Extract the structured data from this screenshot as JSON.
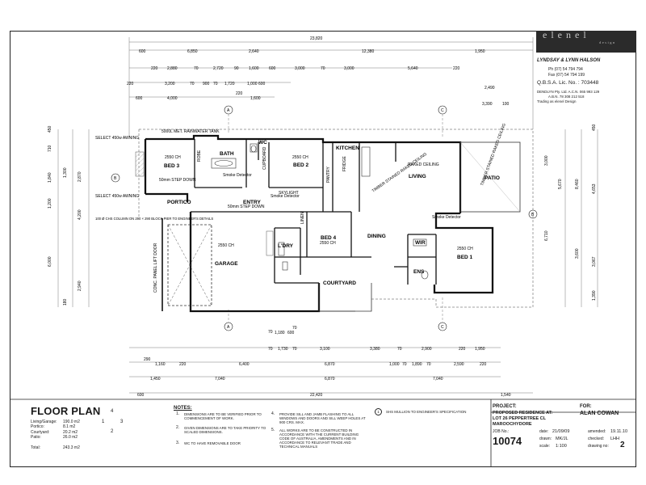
{
  "header": {
    "logo_text": "elenel",
    "logo_sub": "design",
    "client": "LYNDSAY & LYNN HALSON",
    "phone": "Ph   (07) 54 794 794",
    "fax": "Fax  (07) 54 794 199",
    "qbsa": "Q.B.S.A. Lic. No. :  703448",
    "company_line1": "DENDLYN Pty. Ltd. A.C.N. 065 993 129",
    "company_line2": "A.B.N. 78 308 212 518",
    "company_line3": "Trading as elenel Design"
  },
  "rooms": {
    "bed3": "BED 3",
    "bath": "BATH",
    "wc": "WC",
    "bed2": "BED 2",
    "kitchen": "KITCHEN",
    "living": "LIVING",
    "patio": "PATIO",
    "portico": "PORTICO",
    "entry": "ENTRY",
    "bed4": "BED 4",
    "dining": "DINING",
    "ldry": "L'DRY",
    "wir": "WIR",
    "ens": "ENS",
    "bed1": "BED 1",
    "garage": "GARAGE",
    "courtyard": "COURTYARD"
  },
  "ceilings": {
    "c2550": "2550 CH",
    "water_tank": "5000L MET. RAINWATER TANK",
    "raked_ceiling": "RAKED CEILING",
    "timber_ceiling": "TIMBER STAINED RAKED CEILING",
    "smoke": "Smoke Detector",
    "step": "50mm STEP DOWN",
    "skylight": "SKYLIGHT",
    "robe": "ROBE",
    "linen": "LINEN",
    "pantry": "PANTRY",
    "fridge": "FRIDGE",
    "cupboard": "CUPBOARD",
    "select_note": "SELECT 450w AWNING",
    "column_note": "100 Ø CHS COLUMN ON 290 × 290 BLOCK PIER TO ENGINEER'S DETAILS",
    "panel_door": "CONC. PANEL LIFT DOOR"
  },
  "markers": {
    "a": "A",
    "b": "B",
    "c": "C"
  },
  "dimensions": {
    "top_total": "23,820",
    "top_row1": [
      "600",
      "6,850",
      "2,640",
      "12,380",
      "1,950"
    ],
    "top_row2": [
      "220",
      "2,880",
      "70",
      "2,720",
      "90",
      "1,600",
      "600",
      "3,000",
      "70",
      "3,000",
      "5,640",
      "220"
    ],
    "top_row3": [
      "220",
      "3,200",
      "70",
      "900",
      "70",
      "1,720",
      "1,000",
      "600"
    ],
    "top_row4": [
      "600",
      "4,000",
      "220",
      "1,600"
    ],
    "right_small": [
      "2,490",
      "3,390",
      "100"
    ],
    "bot_row1": [
      "70",
      "1,180",
      "600",
      "70"
    ],
    "bot_row2": [
      "70",
      "1,730",
      "70",
      "3,100",
      "3,380",
      "70",
      "2,900",
      "220",
      "1,950"
    ],
    "bot_row3": [
      "290",
      "1,160",
      "220",
      "6,400",
      "6,870",
      "1,000",
      "70",
      "1,890",
      "70",
      "2,590",
      "220"
    ],
    "bot_row4": [
      "1,450",
      "7,040",
      "6,870",
      "7,040"
    ],
    "bot_total": [
      "600",
      "22,420",
      "1,540"
    ],
    "left": [
      "450",
      "710",
      "1,840",
      "1,300",
      "2,870",
      "1,200",
      "4,200",
      "6,000",
      "2,940",
      "180"
    ],
    "right": [
      "450",
      "3,000",
      "5,670",
      "4,653",
      "8,460",
      "6,710",
      "3,600",
      "3,067",
      "1,390"
    ]
  },
  "title_block": {
    "title": "FLOOR PLAN",
    "areas": [
      {
        "label": "Living/Garage:",
        "value": "190.0 m2"
      },
      {
        "label": "Portico:",
        "value": "8.1 m2"
      },
      {
        "label": "Courtyard:",
        "value": "20.2 m2"
      },
      {
        "label": "Patio:",
        "value": "26.0 m2"
      }
    ],
    "total_label": "Total:",
    "total_value": "243.3 m2",
    "side_nums": [
      "4",
      "1",
      "3",
      "2"
    ],
    "notes_title": "NOTES:",
    "notes": [
      {
        "n": "1.",
        "text": "DIMENSIONS ARE TO BE VERIFIED PRIOR TO COMMENCEMENT OF WORK."
      },
      {
        "n": "2.",
        "text": "GIVEN DIMENSIONS ARE TO TAKE PRIORITY TO SCALED DIMENSIONS."
      },
      {
        "n": "3.",
        "text": "WC TO HAVE REMOVABLE DOOR"
      },
      {
        "n": "4.",
        "text": "PROVIDE SILL AND JAMB FLASHING TO ALL WINDOWS AND DOORS AND SILL WEEP HOLES AT 900 CRS. MAX."
      },
      {
        "n": "5.",
        "text": "ALL WORKS ARE TO BE CONSTRUCTED IN ACCORDANCE WITH THE CURRENT BUILDING CODE OF AUSTRALIA, AMENDMENTS AND IN ACCORDANCE TO RELEVANT TRADE AND TECHNICAL MANUALS"
      }
    ],
    "eng_num": "1",
    "eng_note": "SHS MULLION TO ENGINEER'S SPECIFICATION",
    "project_label": "PROJECT:",
    "project_line1": "PROPOSED RESIDENCE AT:",
    "project_line2": "LOT 26 PEPPERTREE CL",
    "project_line3": "MAROOCHYDORE",
    "for_label": "FOR:",
    "for_value": "ALAN COWAN",
    "job_label": "JOB No.:",
    "job_value": "10074",
    "date_label": "date:",
    "date_value": "21/09/09",
    "amended_label": "amended:",
    "amended_value": "19.11.10",
    "drawn_label": "drawn:",
    "drawn_value": "MK/JL",
    "checked_label": "checked:",
    "checked_value": "LHH",
    "scale_label": "scale:",
    "scale_value": "1:100",
    "drawing_label": "drawing no:",
    "drawing_value": "2"
  }
}
